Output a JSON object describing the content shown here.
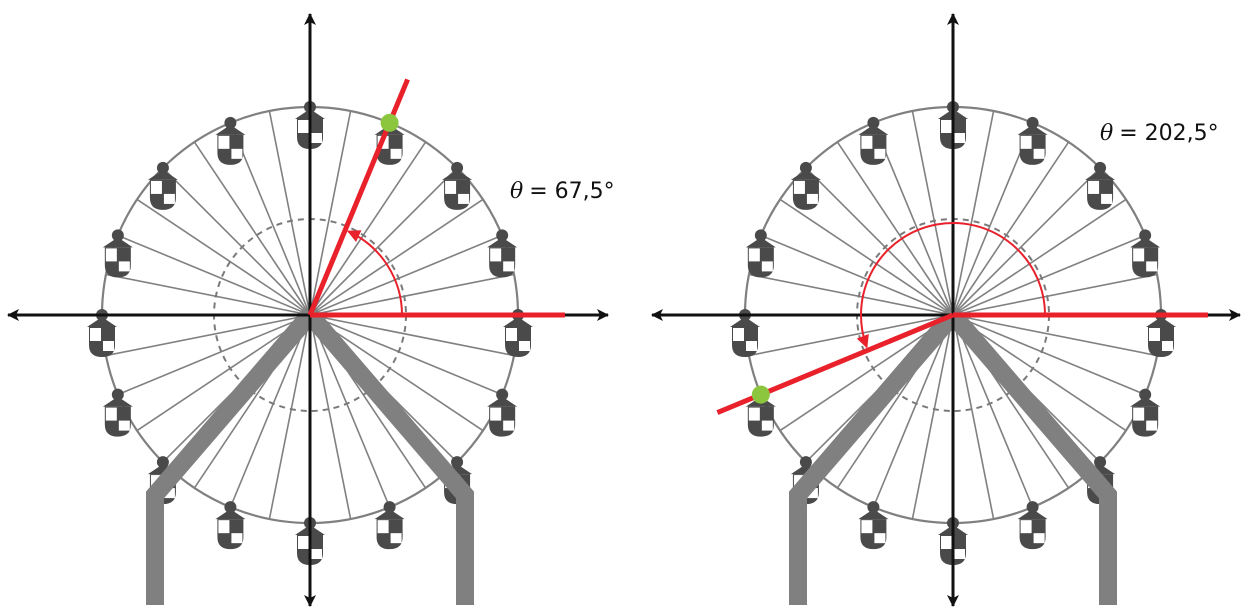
{
  "colors": {
    "axis": "#111111",
    "wheel": "#808080",
    "support": "#808080",
    "cabin": "#4a4a4a",
    "ray": "#e8212b",
    "marker": "#8cc63f",
    "guide_circle": "#7a7a7a"
  },
  "wheel": {
    "spoke_count": 32,
    "cabin_count": 16
  },
  "panels": [
    {
      "id": "left",
      "theta_symbol": "θ",
      "angle_value_text": "= 67,5°",
      "angle_degrees": 67.5
    },
    {
      "id": "right",
      "theta_symbol": "θ",
      "angle_value_text": "= 202,5°",
      "angle_degrees": 202.5
    }
  ]
}
